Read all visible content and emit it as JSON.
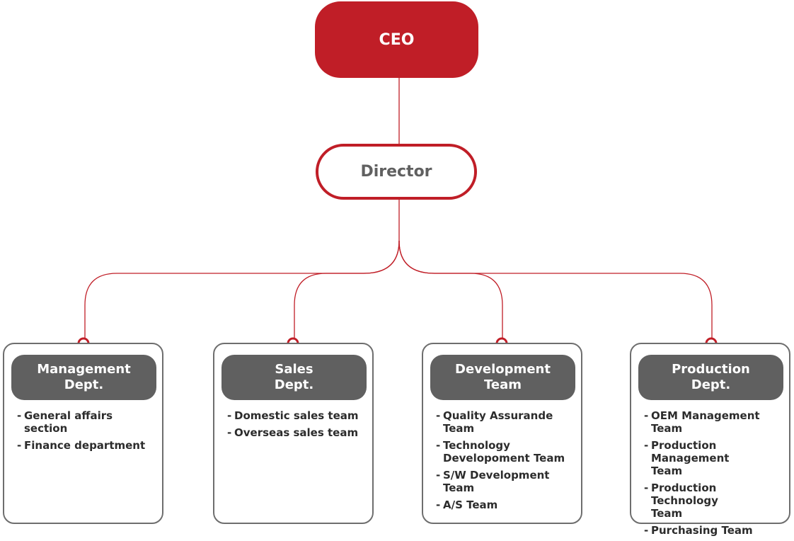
{
  "colors": {
    "accent": "#c01e27",
    "dept_header": "#606060",
    "border": "#6e6e6e",
    "text": "#2c2c2c"
  },
  "ceo": {
    "label": "CEO"
  },
  "director": {
    "label": "Director"
  },
  "departments": [
    {
      "name": "Management\nDept.",
      "teams": [
        "General affairs\nsection",
        "Finance department"
      ]
    },
    {
      "name": "Sales\nDept.",
      "teams": [
        "Domestic sales team",
        "Overseas sales team"
      ]
    },
    {
      "name": "Development\nTeam",
      "teams": [
        "Quality Assurande\nTeam",
        "Technology\nDevelopoment Team",
        "S/W Development\nTeam",
        "A/S Team"
      ]
    },
    {
      "name": "Production\nDept.",
      "teams": [
        "OEM Management Team",
        "Production Management\nTeam",
        "Production Technology\nTeam",
        "Purchasing Team"
      ]
    }
  ]
}
